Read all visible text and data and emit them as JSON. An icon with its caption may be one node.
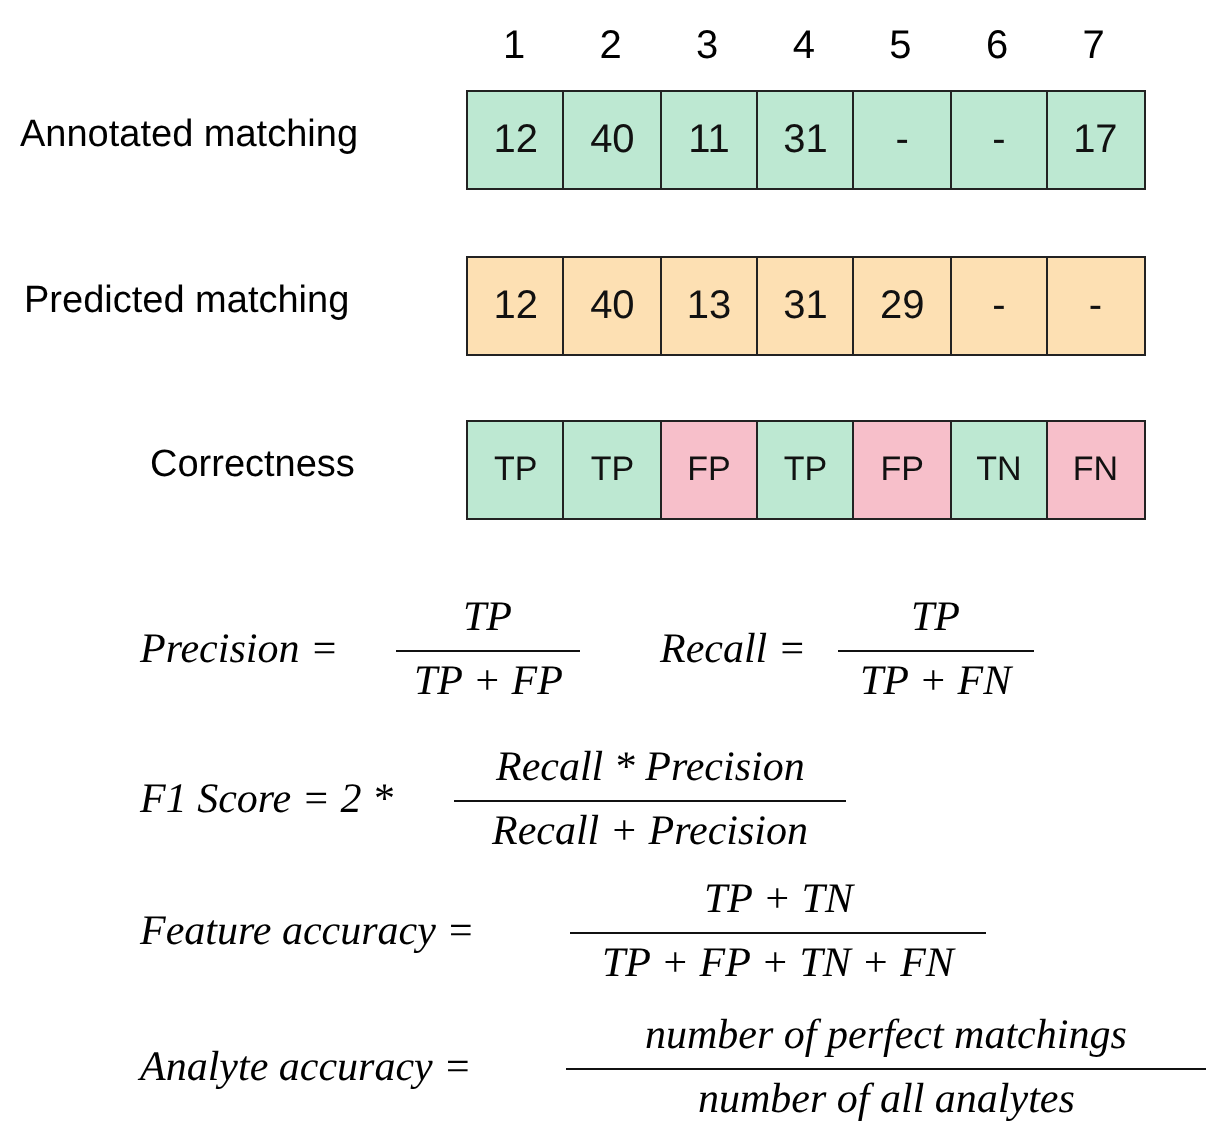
{
  "diagram": {
    "labels": [
      "1",
      "2",
      "3",
      "4",
      "5",
      "6",
      "7",
      "Annotated matching",
      "12",
      "40",
      "11",
      "31",
      "-",
      "-",
      "17",
      "Predicted matching",
      "12",
      "40",
      "13",
      "31",
      "29",
      "-",
      "-",
      "Correctness",
      "TP",
      "TP",
      "FP",
      "TP",
      "FP",
      "TN",
      "FN",
      "Precision =",
      "TP",
      "TP + FP",
      "Recall =",
      "TP",
      "TP + FN",
      "F1 Score = 2 *",
      "Recall * Precision",
      "Recall + Precision",
      "Feature accuracy =",
      "TP + TN",
      "TP + FP + TN + FN",
      "Analyte accuracy =",
      "number of perfect matchings",
      "number of all analytes"
    ]
  }
}
